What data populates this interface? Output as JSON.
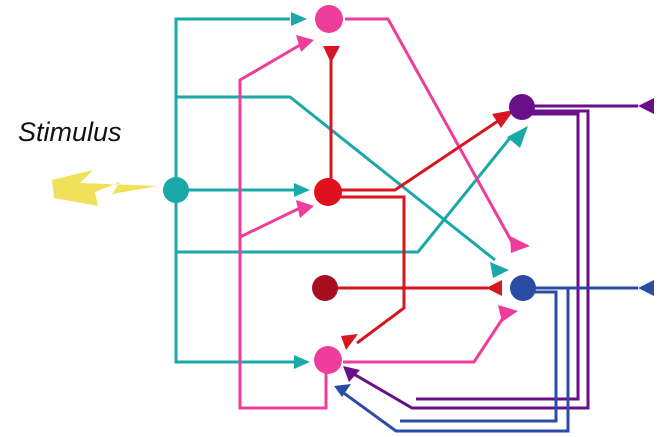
{
  "stimulus": {
    "label": "Stimulus",
    "icon": "lightning-bolt-icon"
  },
  "colors": {
    "teal": "#1aa8a8",
    "pink": "#ee3d9a",
    "red": "#e0101e",
    "dark_red": "#a80f1e",
    "purple": "#6a0f8a",
    "blue": "#2b4ca5",
    "bolt": "#f1e05a"
  },
  "neurons": [
    {
      "id": "sensory",
      "color": "teal"
    },
    {
      "id": "top",
      "color": "pink"
    },
    {
      "id": "middle",
      "color": "red"
    },
    {
      "id": "dark-red",
      "color": "dark_red"
    },
    {
      "id": "bottom",
      "color": "pink"
    },
    {
      "id": "upper-right",
      "color": "purple"
    },
    {
      "id": "lower-right",
      "color": "blue"
    }
  ]
}
